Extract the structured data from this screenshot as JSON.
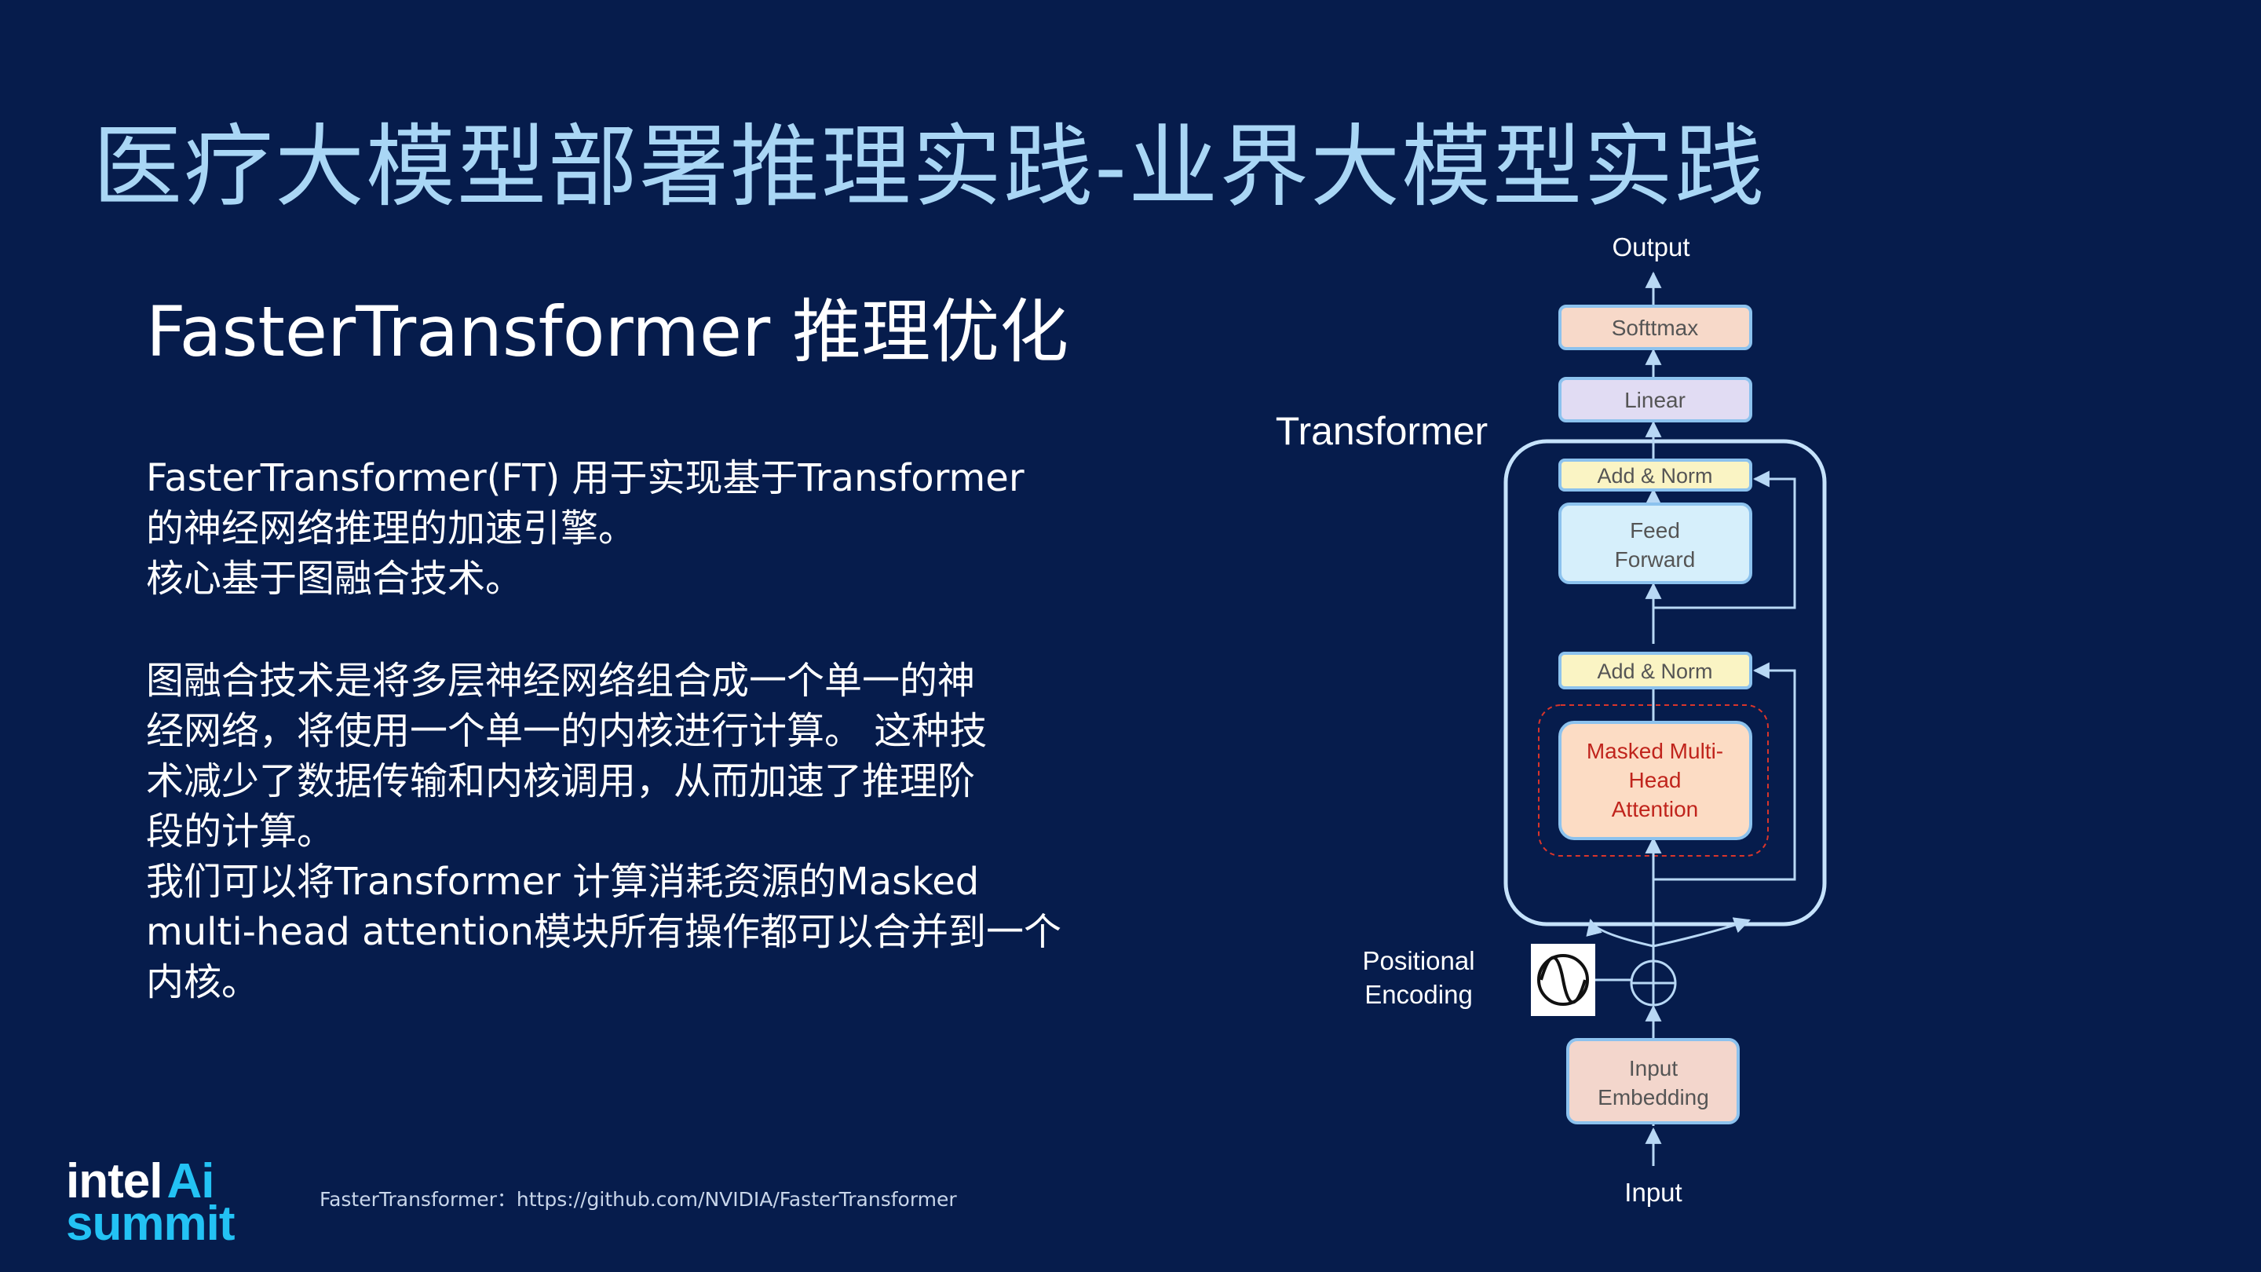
{
  "slide": {
    "title": "医疗大模型部署推理实践-业界大模型实践",
    "subtitle": "FasterTransformer 推理优化",
    "paragraph1": [
      "FasterTransformer(FT) 用于实现基于Transformer",
      "的神经网络推理的加速引擎。",
      "核心基于图融合技术。"
    ],
    "paragraph2": [
      "图融合技术是将多层神经网络组合成一个单一的神",
      "经网络，将使用一个单一的内核进行计算。 这种技",
      "术减少了数据传输和内核调用，从而加速了推理阶",
      "段的计算。",
      "我们可以将Transformer 计算消耗资源的Masked",
      "multi-head attention模块所有操作都可以合并到一个",
      "内核。"
    ],
    "footnote": "FasterTransformer：https://github.com/NVIDIA/FasterTransformer",
    "logo": {
      "line1": "intel",
      "ai": "Ai",
      "line2": "summit"
    }
  },
  "diagram": {
    "title": "Transformer",
    "output_label": "Output",
    "input_label": "Input",
    "softmax": "Softtmax",
    "linear": "Linear",
    "add_norm_top": "Add & Norm",
    "feed_forward": [
      "Feed",
      "Forward"
    ],
    "add_norm_bottom": "Add & Norm",
    "masked_attention": [
      "Masked Multi-",
      "Head",
      "Attention"
    ],
    "positional_encoding": [
      "Positional",
      "Encoding"
    ],
    "input_embedding": [
      "Input",
      "Embedding"
    ]
  },
  "colors": {
    "background": "#061c4c",
    "title": "#a9d6f5",
    "softmax_fill": "#f7d9c9",
    "linear_fill": "#e1dcf3",
    "add_norm_fill": "#faf4c4",
    "feed_forward_fill": "#d6effb",
    "attention_fill": "#fcdcc4",
    "attention_text": "#c0241c",
    "embedding_fill": "#f3d6cc",
    "arrow": "#b8d8f5"
  }
}
